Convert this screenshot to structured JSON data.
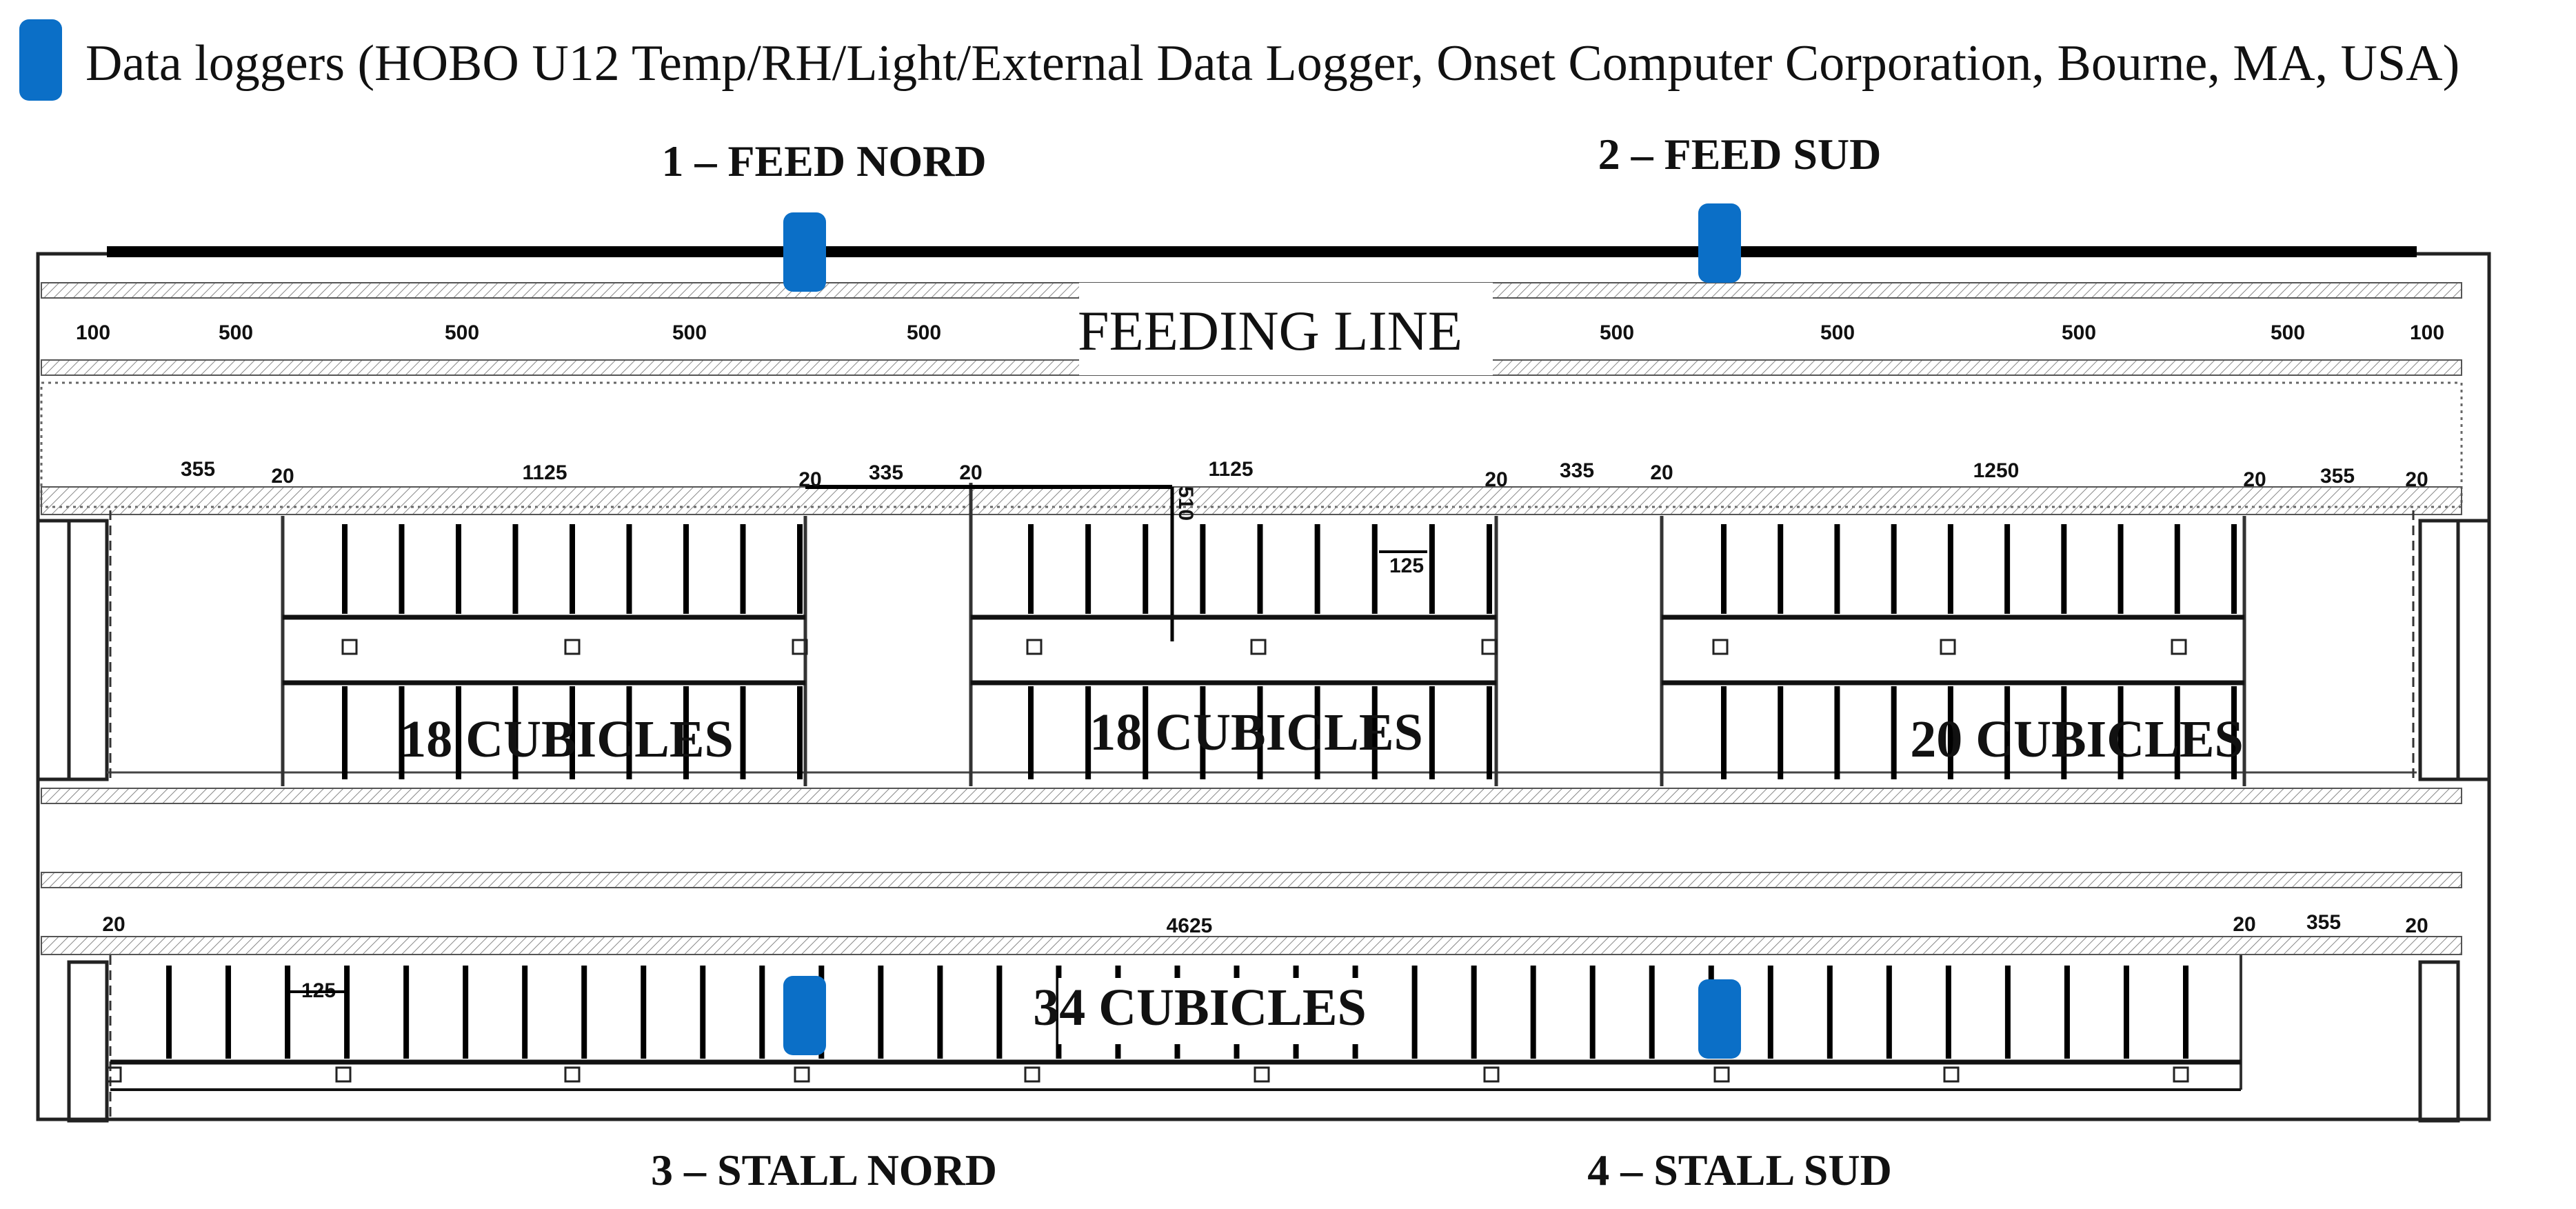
{
  "legend": {
    "text": "Data loggers (HOBO U12 Temp/RH/Light/External Data Logger, Onset Computer Corporation, Bourne, MA, USA)",
    "marker_color": "#0b6fc7"
  },
  "loggers": [
    {
      "id": "1",
      "label": "1 – FEED NORD"
    },
    {
      "id": "2",
      "label": "2 – FEED SUD"
    },
    {
      "id": "3",
      "label": "3 – STALL NORD"
    },
    {
      "id": "4",
      "label": "4 – STALL SUD"
    }
  ],
  "feeding_line": "FEEDING LINE",
  "cubicle_groups": [
    "18 CUBICLES",
    "18 CUBICLES",
    "20 CUBICLES",
    "34 CUBICLES"
  ],
  "dimensions": {
    "feeding_row": [
      "100",
      "500",
      "500",
      "500",
      "500",
      "500",
      "500",
      "500",
      "500",
      "100"
    ],
    "upper_row": [
      "355",
      "20",
      "1125",
      "20",
      "335",
      "20",
      "510",
      "1125",
      "20",
      "335",
      "20",
      "1250",
      "20",
      "355",
      "20",
      "125"
    ],
    "lower_row": [
      "20",
      "4625",
      "20",
      "355",
      "20",
      "125"
    ]
  }
}
